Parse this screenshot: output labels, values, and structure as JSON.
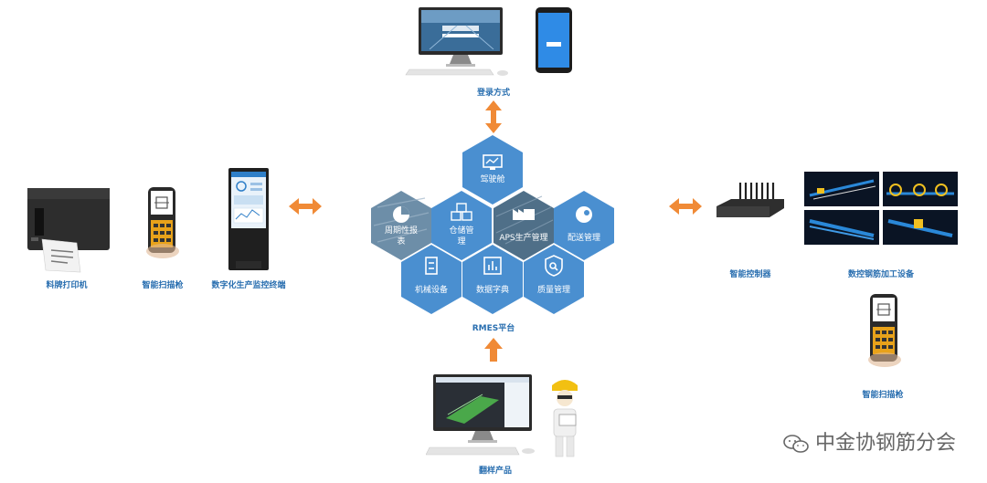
{
  "top": {
    "label": "登录方式"
  },
  "bottom": {
    "label": "翻样产品"
  },
  "center": {
    "platform_label": "RMES平台"
  },
  "left": {
    "printer_label": "料牌打印机",
    "scanner_label": "智能扫描枪",
    "kiosk_label": "数字化生产监控终端"
  },
  "right": {
    "controller_label": "智能控制器",
    "cnc_label": "数控钢筋加工设备",
    "scanner_label": "智能扫描枪"
  },
  "hexes": [
    {
      "key": "cockpit",
      "label": "驾驶舱"
    },
    {
      "key": "report",
      "label": "周期性报表",
      "label_line1": "周期性报",
      "label_line2": "表"
    },
    {
      "key": "warehouse",
      "label": "仓储管理",
      "label_line1": "仓储管",
      "label_line2": "理"
    },
    {
      "key": "aps",
      "label": "APS生产管理"
    },
    {
      "key": "delivery",
      "label": "配送管理"
    },
    {
      "key": "machine",
      "label": "机械设备"
    },
    {
      "key": "digital",
      "label": "数据字典"
    },
    {
      "key": "quality",
      "label": "质量管理"
    }
  ],
  "watermark": {
    "text": "中金协钢筋分会"
  },
  "colors": {
    "hex": "#4a8fd0",
    "hex_dark": "#3f7fc0",
    "arrow": "#f08a36",
    "label": "#2a6fb0"
  }
}
